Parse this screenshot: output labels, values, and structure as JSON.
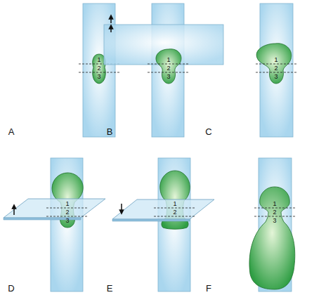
{
  "diagram": {
    "labels": [
      "1",
      "2",
      "3",
      "A",
      "1",
      "2",
      "3",
      "B",
      "1",
      "2",
      "3",
      "C",
      "1",
      "2",
      "3",
      "D",
      "1",
      "2",
      "E",
      "1",
      "2",
      "3",
      "F"
    ]
  }
}
